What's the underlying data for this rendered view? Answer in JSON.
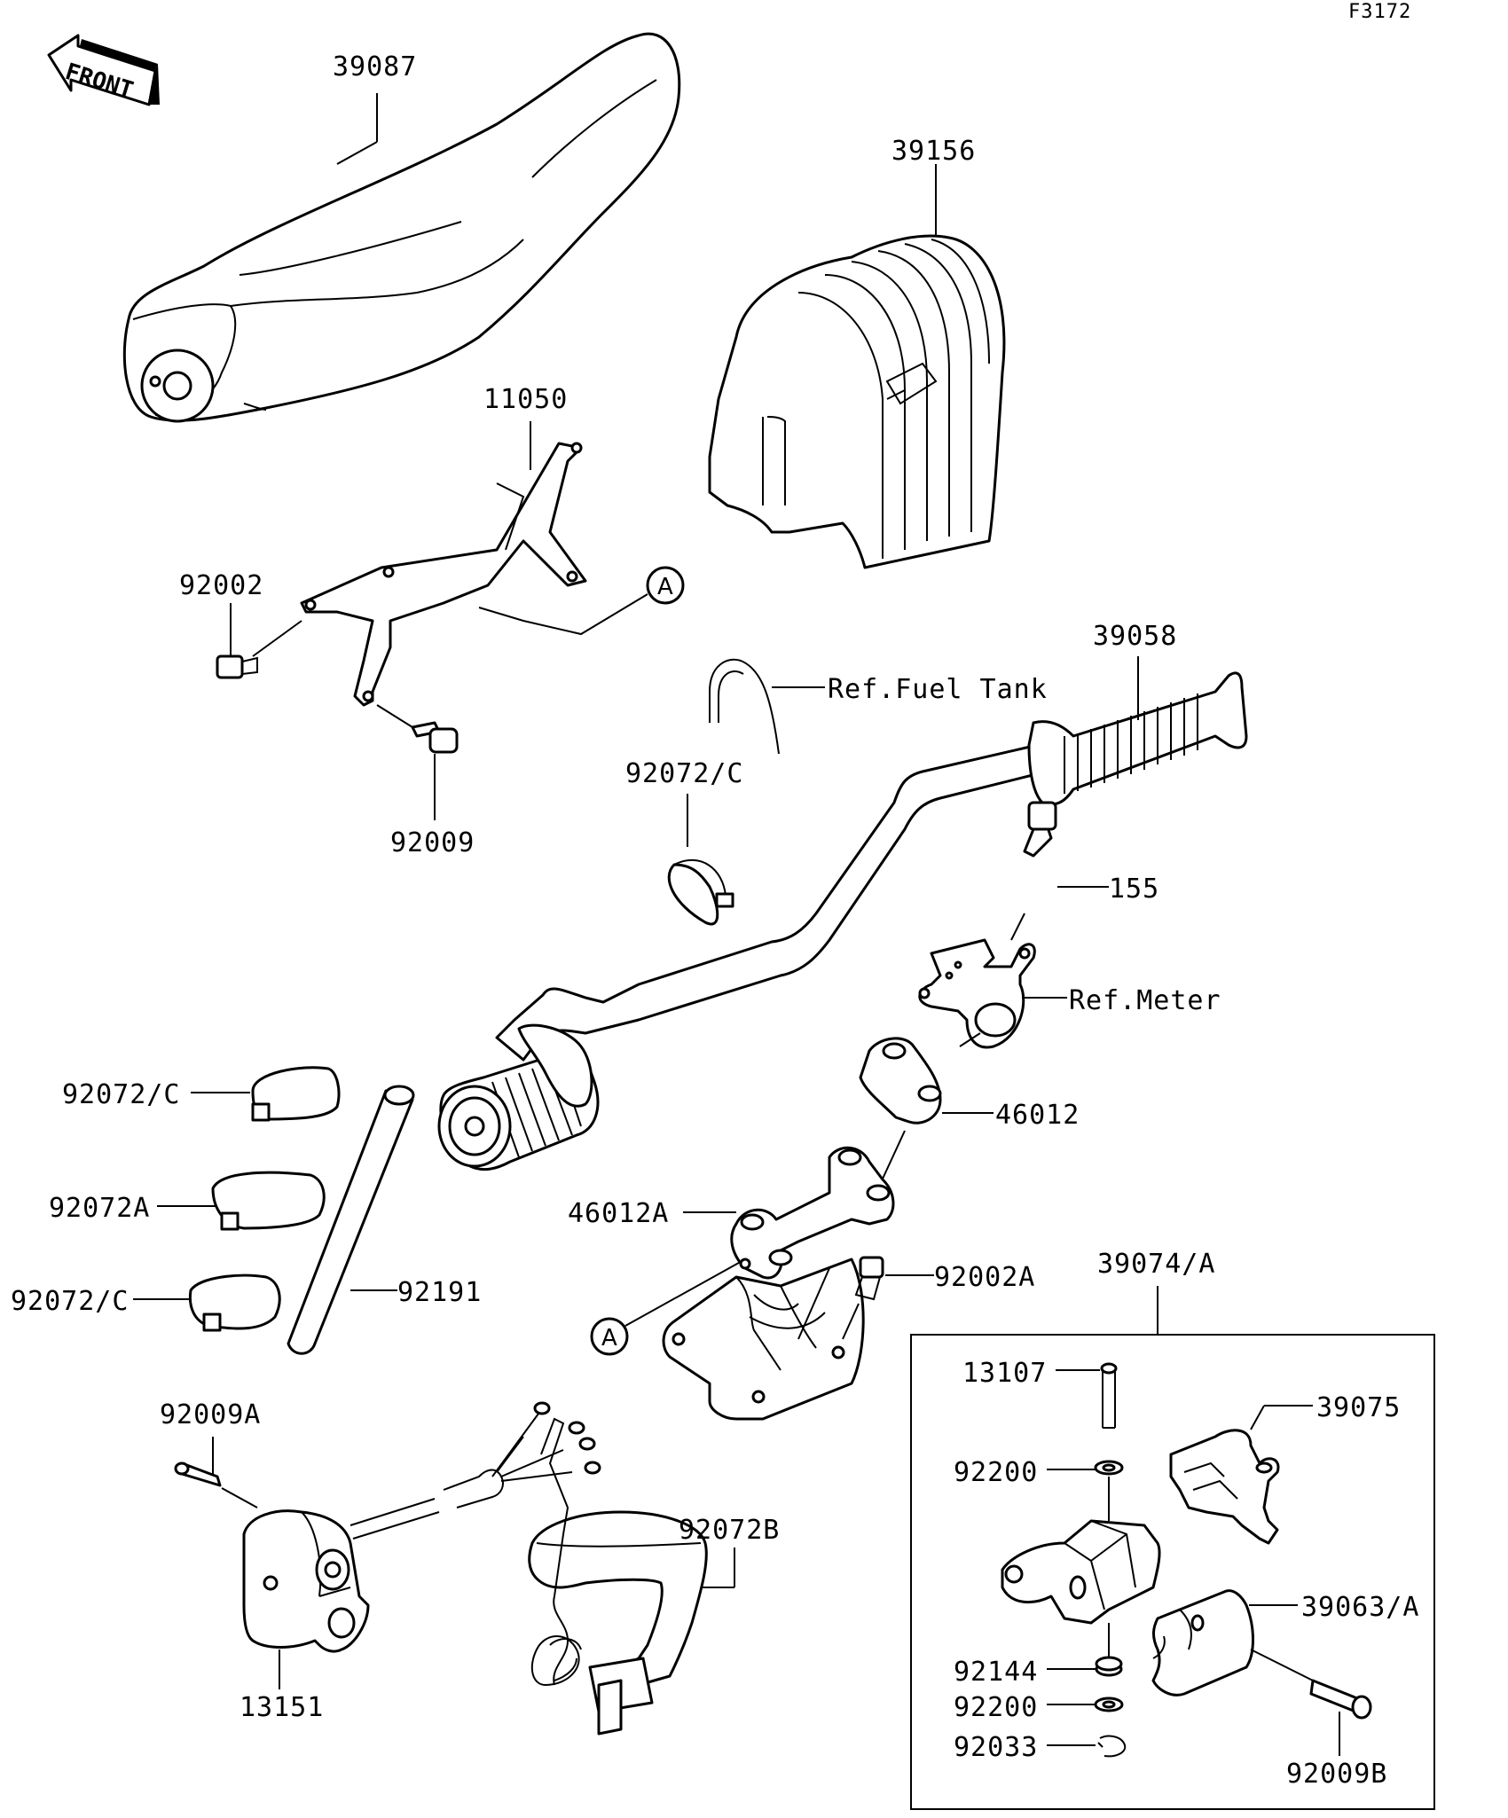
{
  "figure_number": "F3172",
  "front_indicator": "FRONT",
  "reference_marker": "A",
  "reference_labels": {
    "fuel_tank": "Ref.Fuel Tank",
    "meter": "Ref.Meter"
  },
  "part_labels": {
    "cover_39087": "39087",
    "boot_39156": "39156",
    "bracket_11050": "11050",
    "bolt_92002": "92002",
    "bolt_92009": "92009",
    "handlebar_39058": "39058",
    "clamp_92072c_top": "92072/C",
    "bolt_155": "155",
    "holder_46012": "46012",
    "holder_46012a": "46012A",
    "bolt_92002a": "92002A",
    "assembly_39074a": "39074/A",
    "clamp_92072c_left1": "92072/C",
    "clamp_92072a": "92072A",
    "clamp_92072c_left2": "92072/C",
    "tube_92191": "92191",
    "bolt_92009a": "92009A",
    "switch_13151": "13151",
    "clamp_92072b": "92072B",
    "pin_13107": "13107",
    "lever_39075": "39075",
    "washer_92200_top": "92200",
    "holder_39063a": "39063/A",
    "spring_92144": "92144",
    "washer_92200_bottom": "92200",
    "ring_92033": "92033",
    "bolt_92009b": "92009B"
  }
}
